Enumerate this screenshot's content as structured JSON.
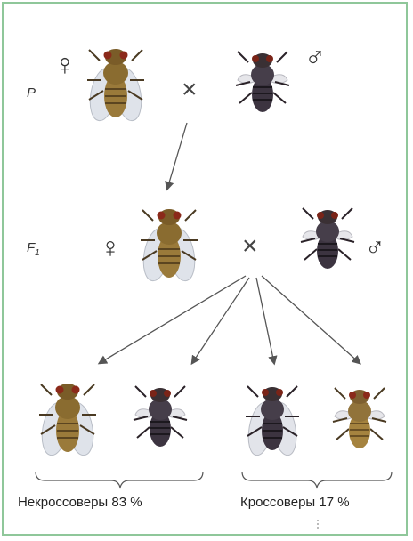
{
  "generations": {
    "parent_label": "P",
    "f1_label_letter": "F",
    "f1_label_sub": "1"
  },
  "symbols": {
    "female": "♀",
    "male": "♂",
    "cross": "×"
  },
  "offspring": {
    "noncrossover_caption": "Некроссоверы 83 %",
    "crossover_caption": "Кроссоверы 17 %"
  },
  "colors": {
    "frame_border": "#8fc79a",
    "body_light": "#9a7a3a",
    "body_dark": "#3c3440",
    "wing_normal": "#d9dde4",
    "arrow": "#555555"
  },
  "icons": [
    "fly-icon",
    "female-symbol-icon",
    "male-symbol-icon",
    "cross-icon",
    "arrow-icon"
  ]
}
